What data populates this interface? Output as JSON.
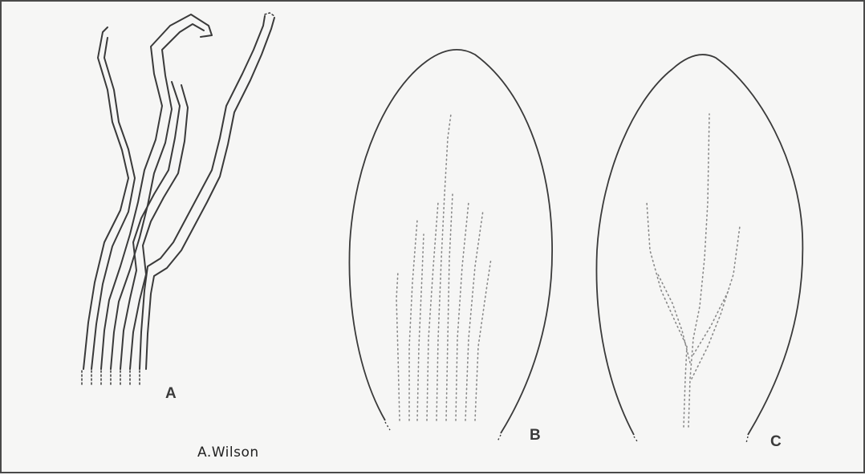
{
  "panels": {
    "a": {
      "label": "A"
    },
    "b": {
      "label": "B"
    },
    "c": {
      "label": "C"
    }
  },
  "signature": "A.Wilson",
  "colors": {
    "background": "#f6f6f5",
    "border": "#4a4a4a",
    "outline": "#3a3a3a",
    "dotted_strand": "#8a8a8a"
  }
}
